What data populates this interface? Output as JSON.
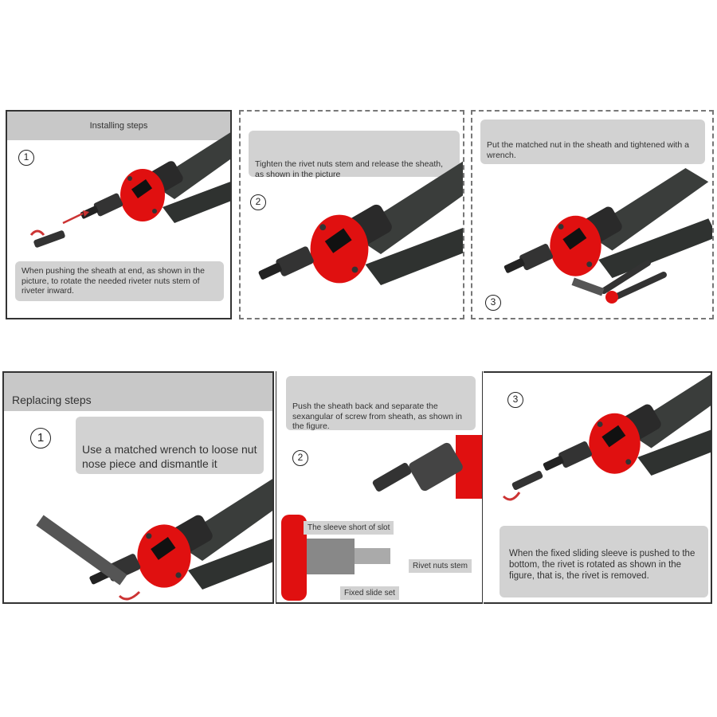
{
  "installing": {
    "title": "Installing steps",
    "steps": [
      {
        "number": "1",
        "text": "When pushing the sheath at end, as shown in the picture, to rotate the needed riveter nuts stem of riveter inward."
      },
      {
        "number": "2",
        "text": "Tighten the rivet nuts stem and release the sheath, as shown in the picture"
      },
      {
        "number": "3",
        "text": "Put the matched nut in the sheath and tightened with a wrench."
      }
    ]
  },
  "replacing": {
    "title": "Replacing steps",
    "steps": [
      {
        "number": "1",
        "text": "Use a matched wrench to loose nut nose piece and dismantle it"
      },
      {
        "number": "2",
        "text": "Push the sheath back and separate the sexangular of screw from sheath, as shown in the figure.",
        "labels": {
          "slot": "The sleeve short of slot",
          "stem": "Rivet nuts stem",
          "slide": "Fixed slide set"
        }
      },
      {
        "number": "3",
        "text": "When the fixed sliding sleeve is pushed to the bottom, the rivet is rotated as shown in the figure, that is, the rivet is removed."
      }
    ]
  },
  "colors": {
    "accent": "#e01010",
    "handle": "#3a3d3b",
    "callout": "#d2d2d2"
  }
}
